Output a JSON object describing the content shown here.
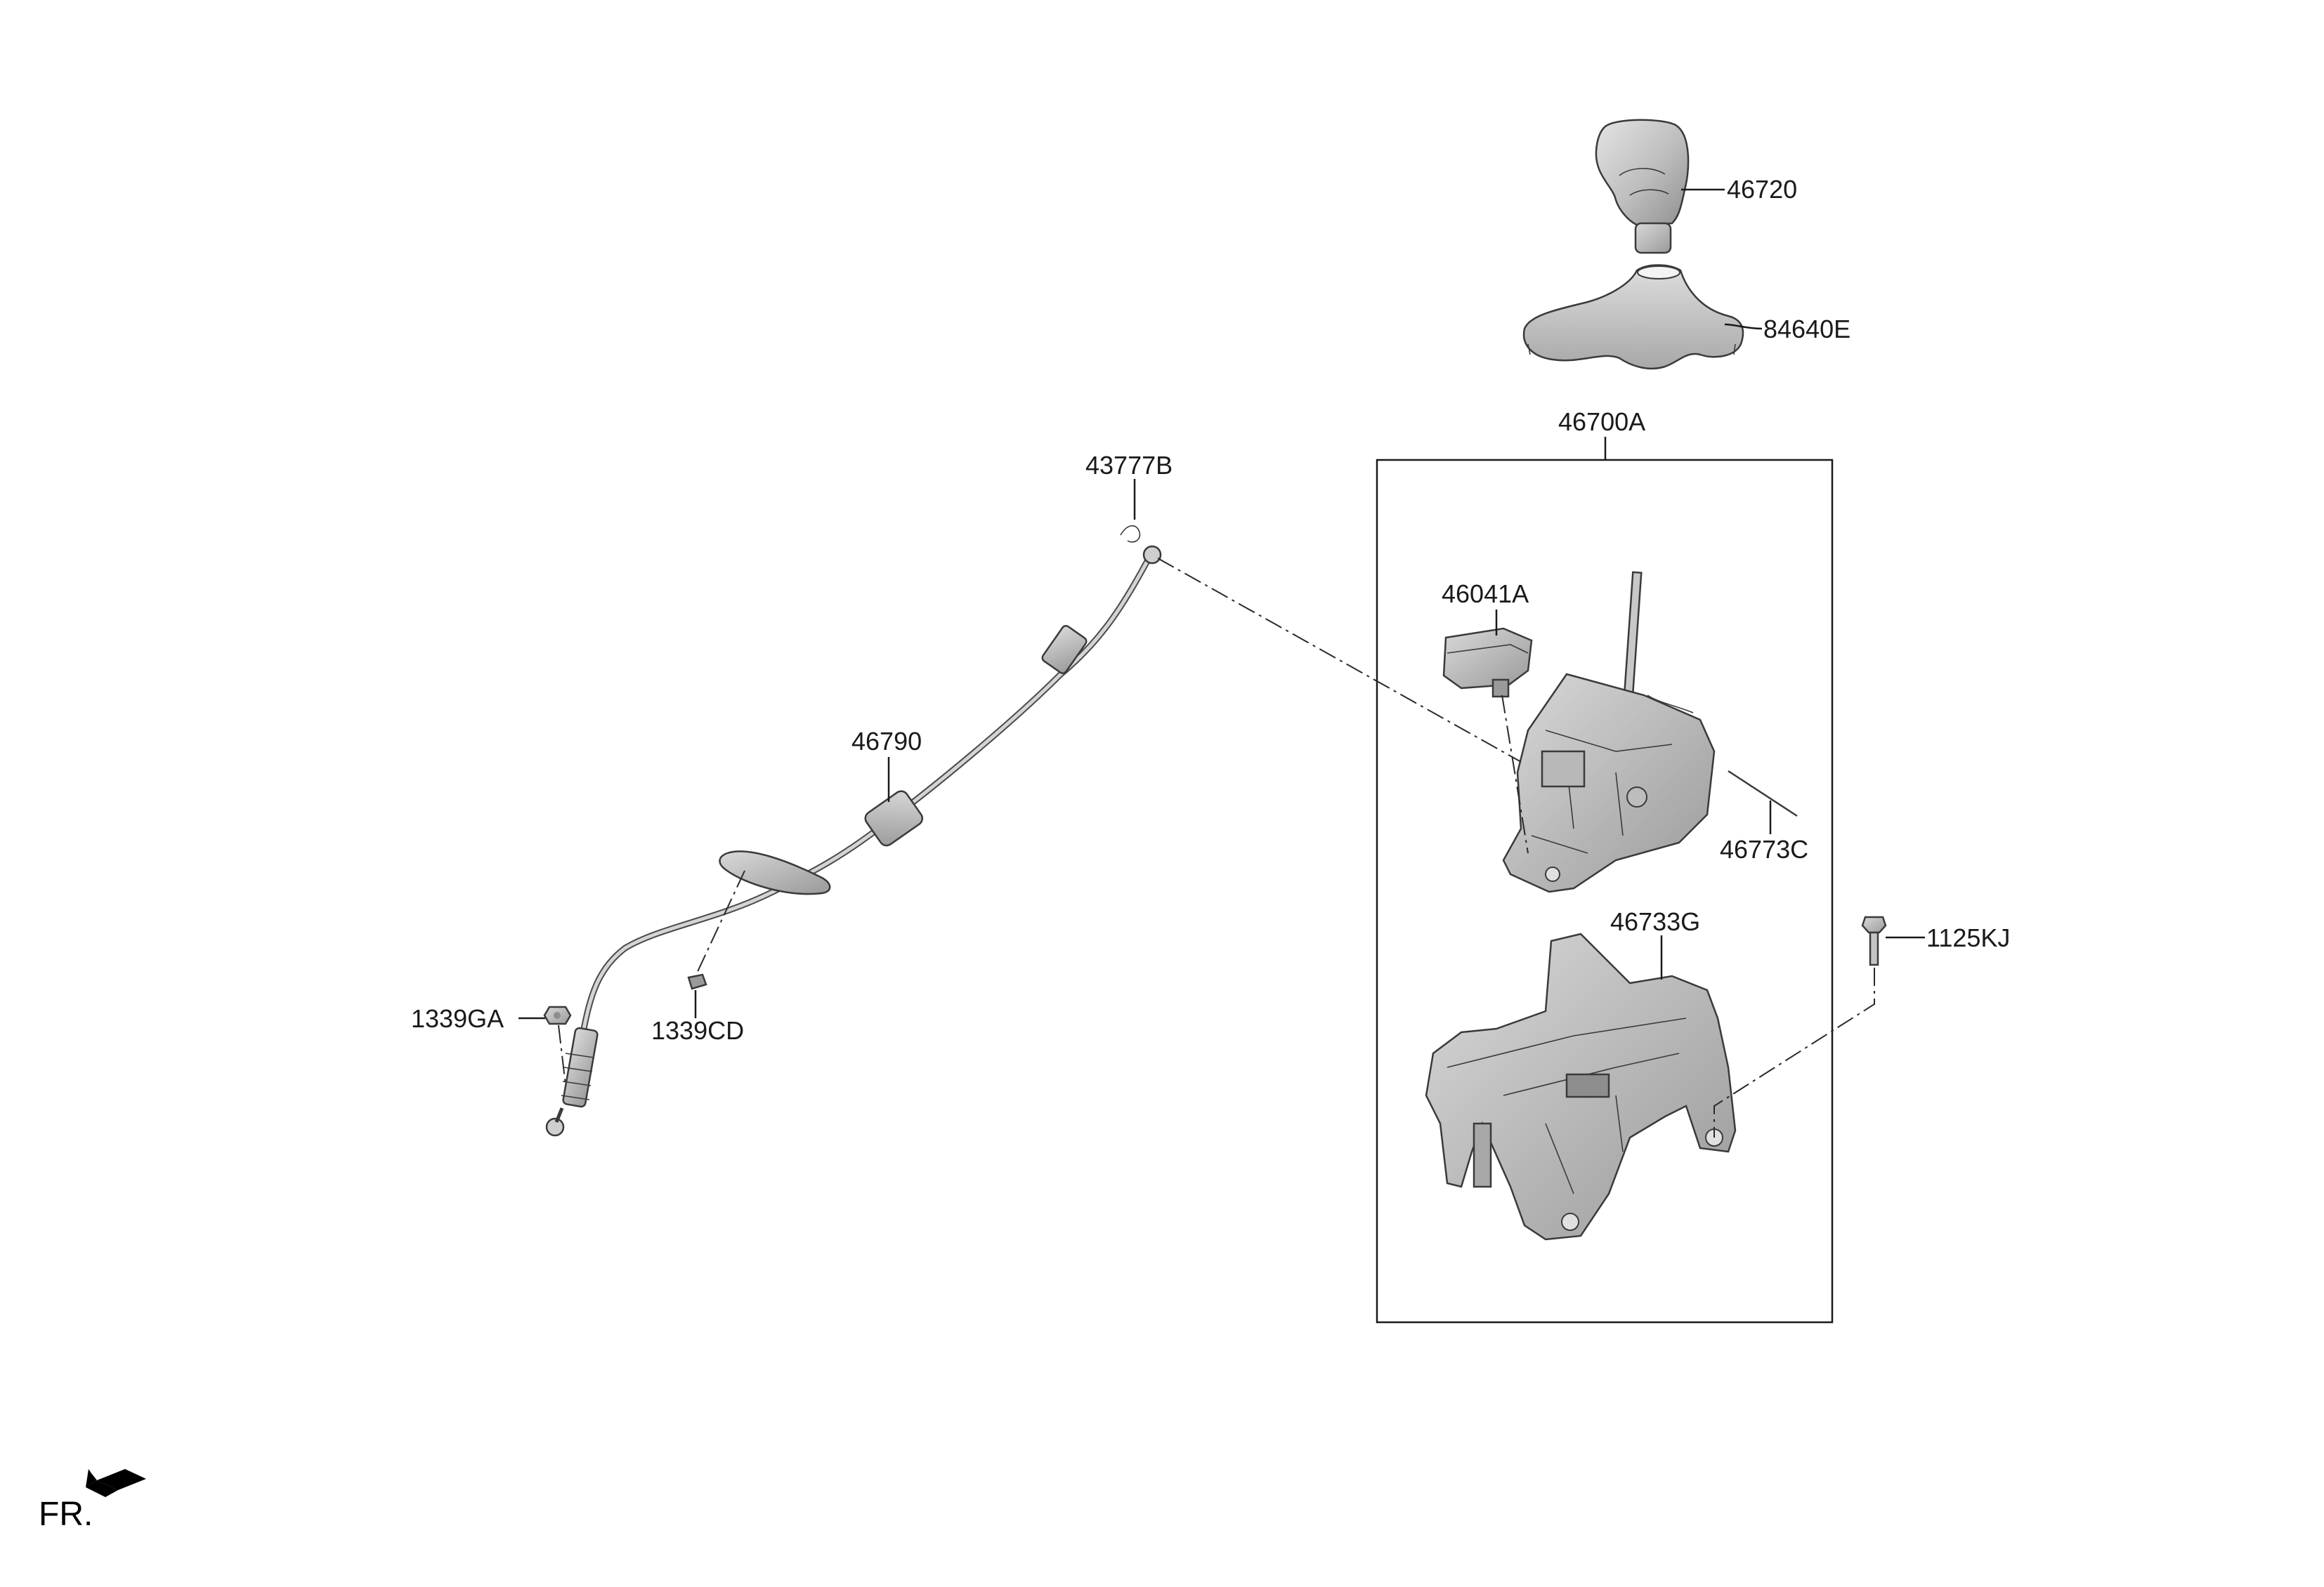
{
  "diagram": {
    "orientation_label": "FR.",
    "orientation_icon": "front-arrow-icon",
    "colors": {
      "line": "#1a1a1a",
      "part_fill": "#cfcfcf",
      "part_shade": "#9c9c9c"
    },
    "labels": {
      "p46720": "46720",
      "p84640E": "84640E",
      "p46700A": "46700A",
      "p43777B": "43777B",
      "p46041A": "46041A",
      "p46790": "46790",
      "p46773C": "46773C",
      "p46733G": "46733G",
      "p1125KJ": "1125KJ",
      "p1339GA": "1339GA",
      "p1339CD": "1339CD"
    }
  }
}
